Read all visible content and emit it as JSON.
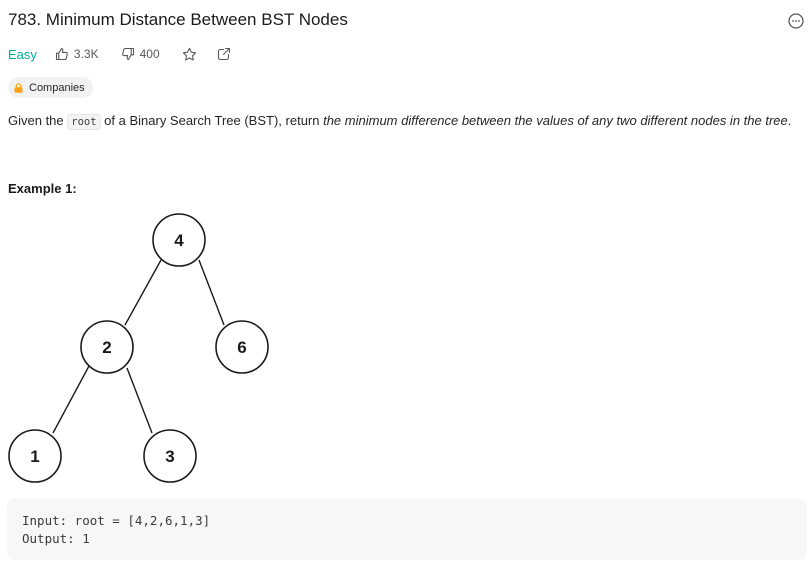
{
  "problem": {
    "title": "783. Minimum Distance Between BST Nodes",
    "difficulty": "Easy",
    "likes": "3.3K",
    "dislikes": "400",
    "companies_label": "Companies"
  },
  "description": {
    "before": "Given the ",
    "code": "root",
    "middle": " of a Binary Search Tree (BST), return ",
    "emphasis": "the minimum difference between the values of any two different nodes in the tree",
    "after": "."
  },
  "example": {
    "title": "Example 1:",
    "tree_nodes": [
      "4",
      "2",
      "6",
      "1",
      "3"
    ],
    "input_line": "Input: root = [4,2,6,1,3]",
    "output_line": "Output: 1"
  },
  "icons": {
    "likes": "thumbs-up-icon",
    "dislikes": "thumbs-down-icon",
    "favorite": "star-icon",
    "share": "share-icon",
    "companies": "lock-icon",
    "menu": "ellipsis-icon"
  },
  "colors": {
    "easy": "#00af9b",
    "lock": "#ffa116"
  }
}
